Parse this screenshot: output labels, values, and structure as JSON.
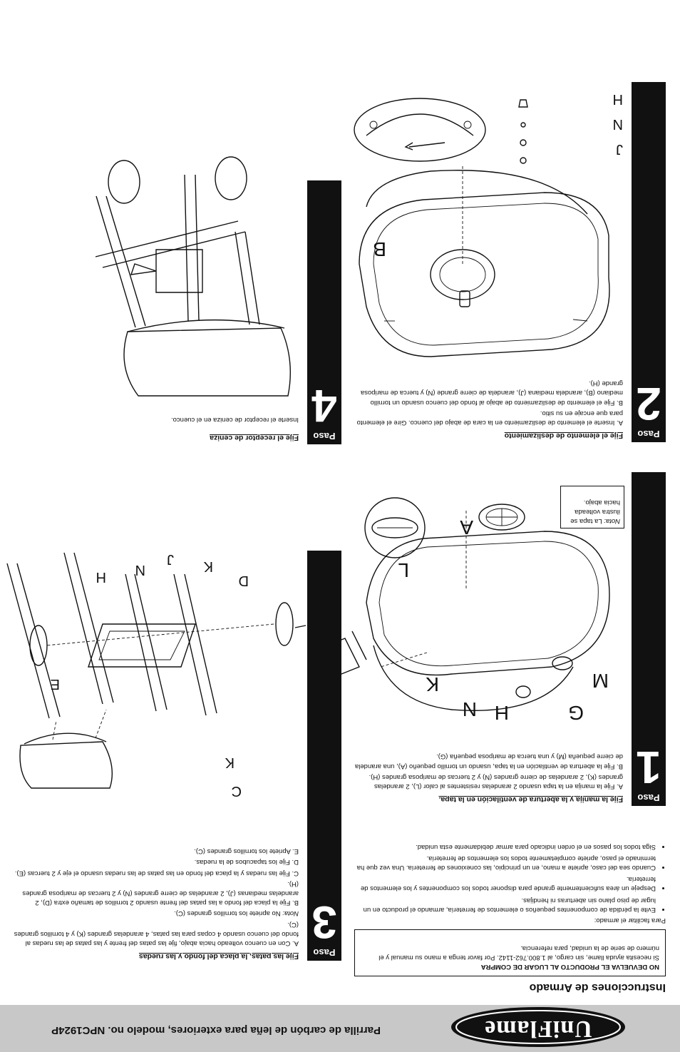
{
  "header": {
    "brand": "UniFlame",
    "title": "Parrilla de carbón de leña para exteriores, modelo no. NPC1924P"
  },
  "instructions": {
    "title": "Instrucciones de Armado",
    "notice_bold": "NO DEVUELVA EL PRODUCTO AL LUGAR DE COMPRA",
    "notice_text": "Si necesita ayuda llame, sin cargo, al 1.800.762-1142. Por favor tenga a mano su manual y el número de serie de la unidad, para referencia.",
    "tips_intro": "Para facilitar el armado:",
    "tips": [
      "Evite la pérdida de componentes pequeños o elementos de ferretería, armando el producto en un lugar de piso plano sin aberturas ni hendijas.",
      "Despeje un área suficientemente grande para disponer todos los componentes y los elementos de ferretería.",
      "Cuando sea del caso, apriete a mano, en un principio, las conexiones de ferretería. Una vez que ha terminado el paso, apriete completamente todos los elementos de ferretería.",
      "Siga todos los pasos en el orden indicado para armar debidamente esta unidad."
    ]
  },
  "paso_label": "Paso",
  "steps": {
    "s1": {
      "num": "1",
      "title": "Fije la manija y la abertura de ventilación en la tapa.",
      "a": "A. Fije la manija en la tapa usando 2 arandelas resistentes al calor (L), 2 arandelas grandes (K), 2 arandelas de cierre grandes (N) y 2 tuercas de mariposa grandes (H).",
      "b": "B. Fije la abertura de ventilación en la tapa, usando un tornillo pequeño (A), una arandela de cierre pequeña (M) y una tuerca de mariposa pequeña (G).",
      "note_label": "Nota:",
      "note": "La tapa se ilustra volteada hacia abajo.",
      "labels": [
        "A",
        "L",
        "K",
        "N",
        "H",
        "M",
        "G"
      ]
    },
    "s2": {
      "num": "2",
      "title": "Fije el elemento de deslizamiento",
      "a": "A. Inserte el elemento de deslizamiento en la cara de abajo del cuenco. Gire el elemento para que encaje en su sitio.",
      "b": "B. Fije el elemento de deslizamiento de abajo al fondo del cuenco usando un tornillo mediano (B), arandela mediana (J), arandela de cierre grande (N) y tuerca de mariposa grande (H).",
      "labels": [
        "B",
        "H",
        "N",
        "J"
      ]
    },
    "s3": {
      "num": "3",
      "title": "Fije las patas, la placa del fondo y las ruedas",
      "a": "A. Con en cuenco volteado hacia abajo, fije las patas del frente y las patas de las ruedas al fondo del cuenco usando 4 copas para las patas, 4 arandelas grandes (K) y 4 tornillos grandes (C).",
      "note_label": "Nota:",
      "note": "No apriete los tornillos grandes (C).",
      "b": "B. Fije la placa del fondo a las patas del frente usando 2 tornillos de tamaño extra (D), 2 arandelas medianas (J), 2 arandelas de cierre grandes (N) y 2 tuercas de mariposa grandes (H).",
      "c": "C. Fije las ruedas y la placa del fondo en las patas de las ruedas usando el eje y 2 tuercas (E).",
      "d": "D. Fije los tapacubos de la ruedas.",
      "e": "E. Apriete los tornillos grandes (C).",
      "labels": [
        "C",
        "K",
        "D",
        "K",
        "J",
        "N",
        "H",
        "E"
      ]
    },
    "s4": {
      "num": "4",
      "title": "Fije el receptor de ceniza",
      "a": "Inserte el receptor de ceniza en el cuenco."
    }
  }
}
